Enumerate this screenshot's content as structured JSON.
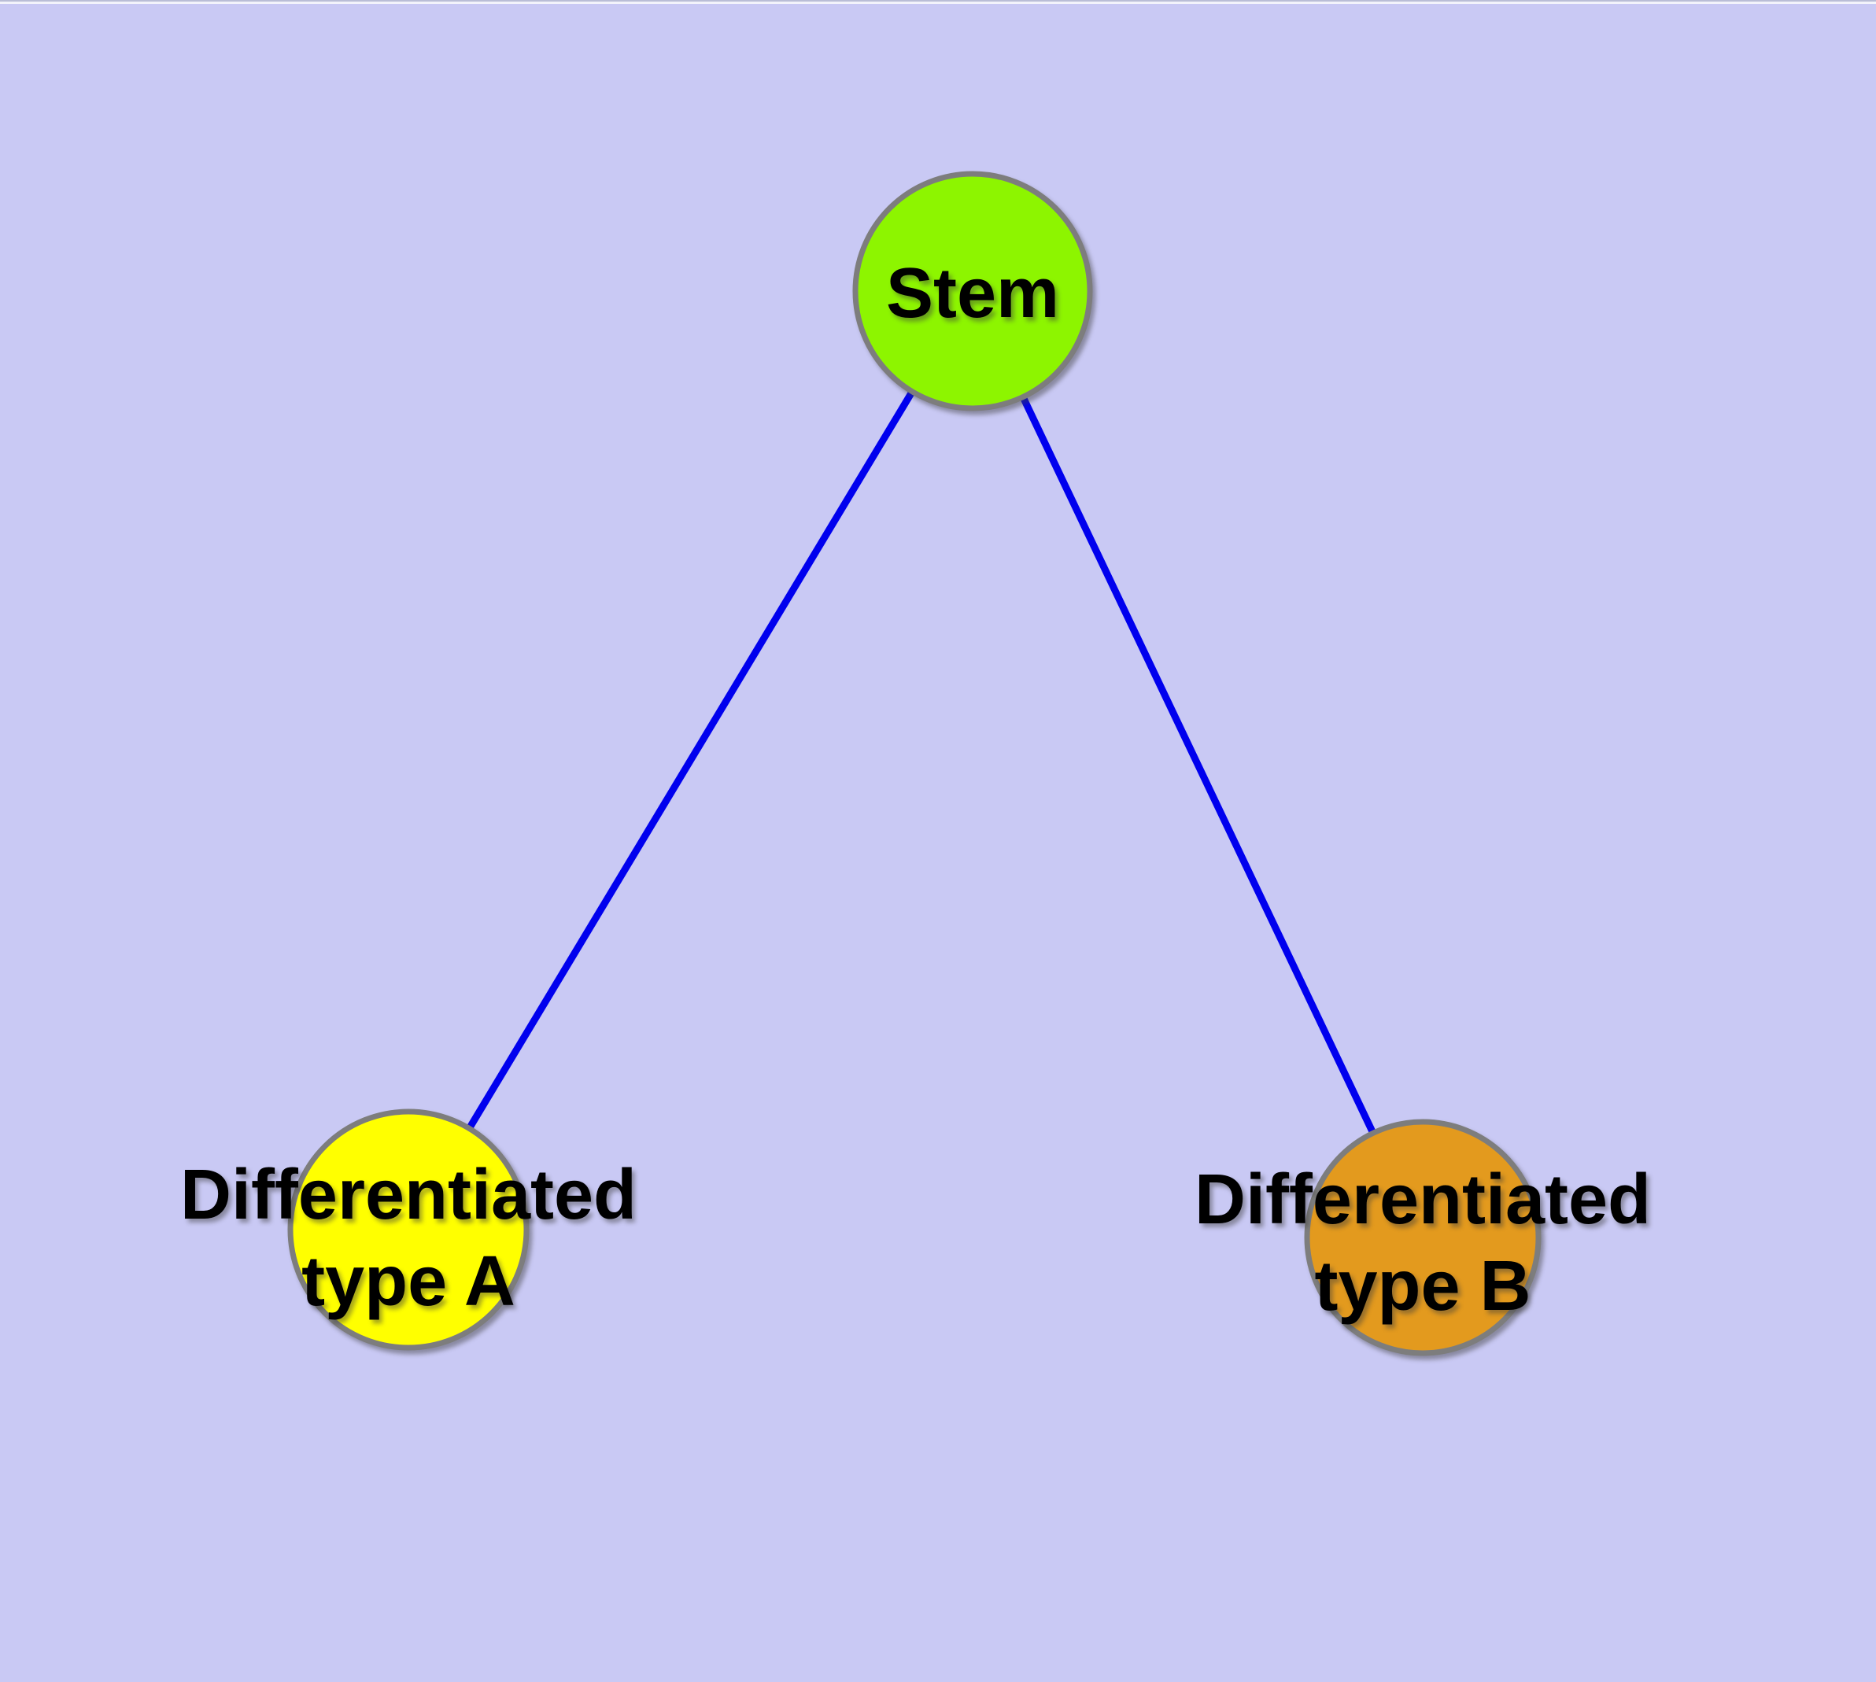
{
  "diagram": {
    "type": "graph",
    "description": "Stem cell differentiation graph: one stem node connected to two differentiated cell type nodes",
    "colors": {
      "background": "#c9c9f4",
      "top_edge_line": "#b9bdd6",
      "top_edge_strip": "#f2f3fb",
      "edge": "#0000ee",
      "node_border": "#7d7d7d",
      "text": "#000000"
    },
    "nodes": {
      "stem": {
        "label": "Stem",
        "fill": "#8df500"
      },
      "type_a": {
        "label_line1": "Differentiated",
        "label_line2": "type A",
        "fill": "#ffff00"
      },
      "type_b": {
        "label_line1": "Differentiated",
        "label_line2": "type B",
        "fill": "#e39a1e"
      }
    },
    "edges": [
      {
        "from": "Stem",
        "to": "Differentiated type A"
      },
      {
        "from": "Stem",
        "to": "Differentiated type B"
      }
    ]
  }
}
